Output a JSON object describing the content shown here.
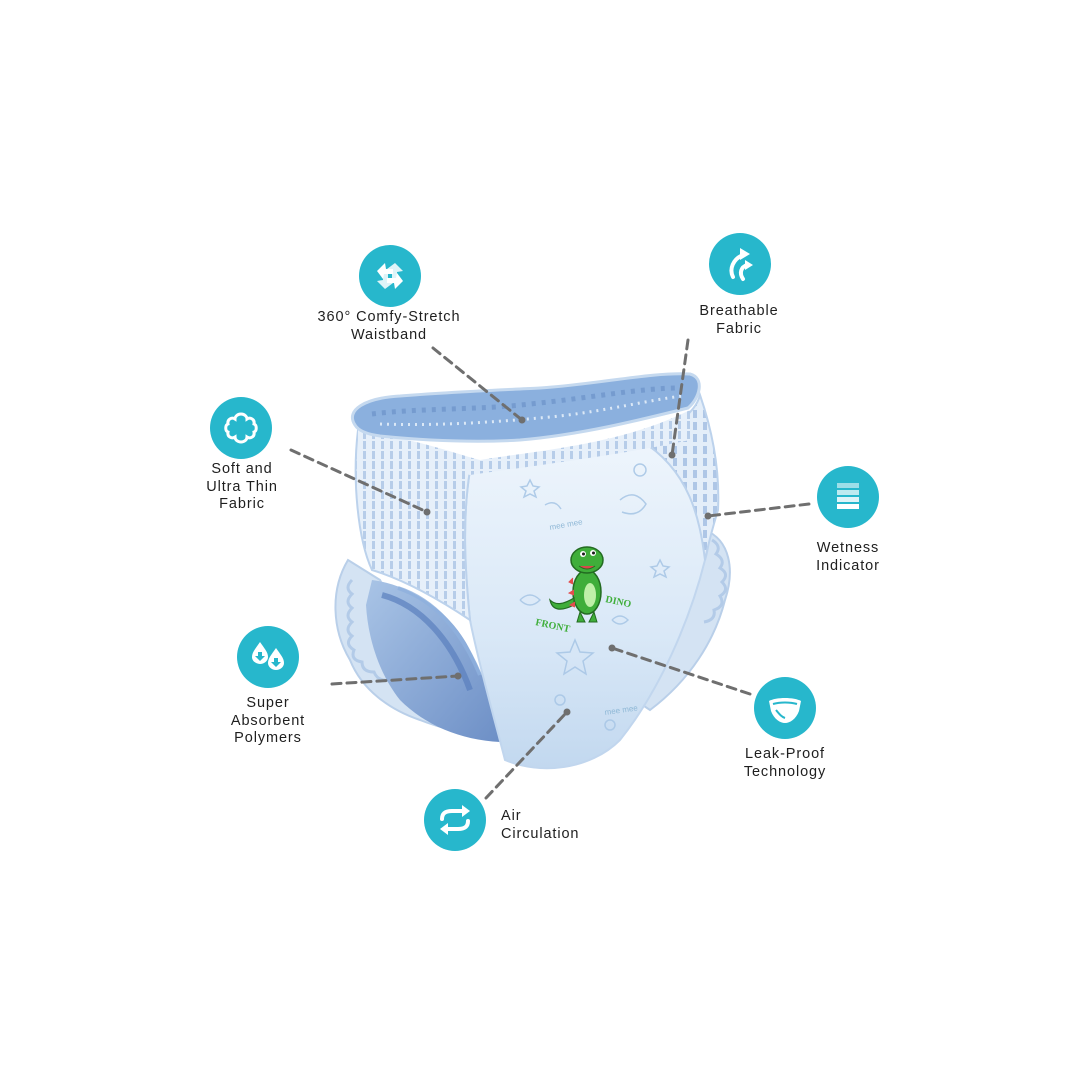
{
  "features": {
    "waistband": {
      "icon": "rotate-arrows-icon",
      "line1": "360° Comfy-Stretch",
      "line2": "Waistband"
    },
    "breathable": {
      "icon": "curved-arrows-up-icon",
      "line1": "Breathable",
      "line2": "Fabric"
    },
    "soft": {
      "icon": "cloud-flower-icon",
      "line1": "Soft and",
      "line2": "Ultra Thin",
      "line3": "Fabric"
    },
    "wetness": {
      "icon": "stacked-bars-icon",
      "line1": "Wetness",
      "line2": "Indicator"
    },
    "absorbent": {
      "icon": "water-drops-icon",
      "line1": "Super",
      "line2": "Absorbent",
      "line3": "Polymers"
    },
    "leakproof": {
      "icon": "diaper-icon",
      "line1": "Leak-Proof",
      "line2": "Technology"
    },
    "air": {
      "icon": "exchange-arrows-icon",
      "line1": "Air",
      "line2": "Circulation"
    }
  },
  "product": {
    "front_label": "FRONT",
    "mascot_name": "DINO",
    "brand_mark": "mee mee"
  },
  "colors": {
    "accent": "#27b7cc",
    "diaper_light": "#e3eef9",
    "diaper_mid": "#b6d0ec",
    "diaper_dark": "#6f95c9",
    "leader_line": "#6f6f6f",
    "mascot_green": "#3fae3a"
  }
}
